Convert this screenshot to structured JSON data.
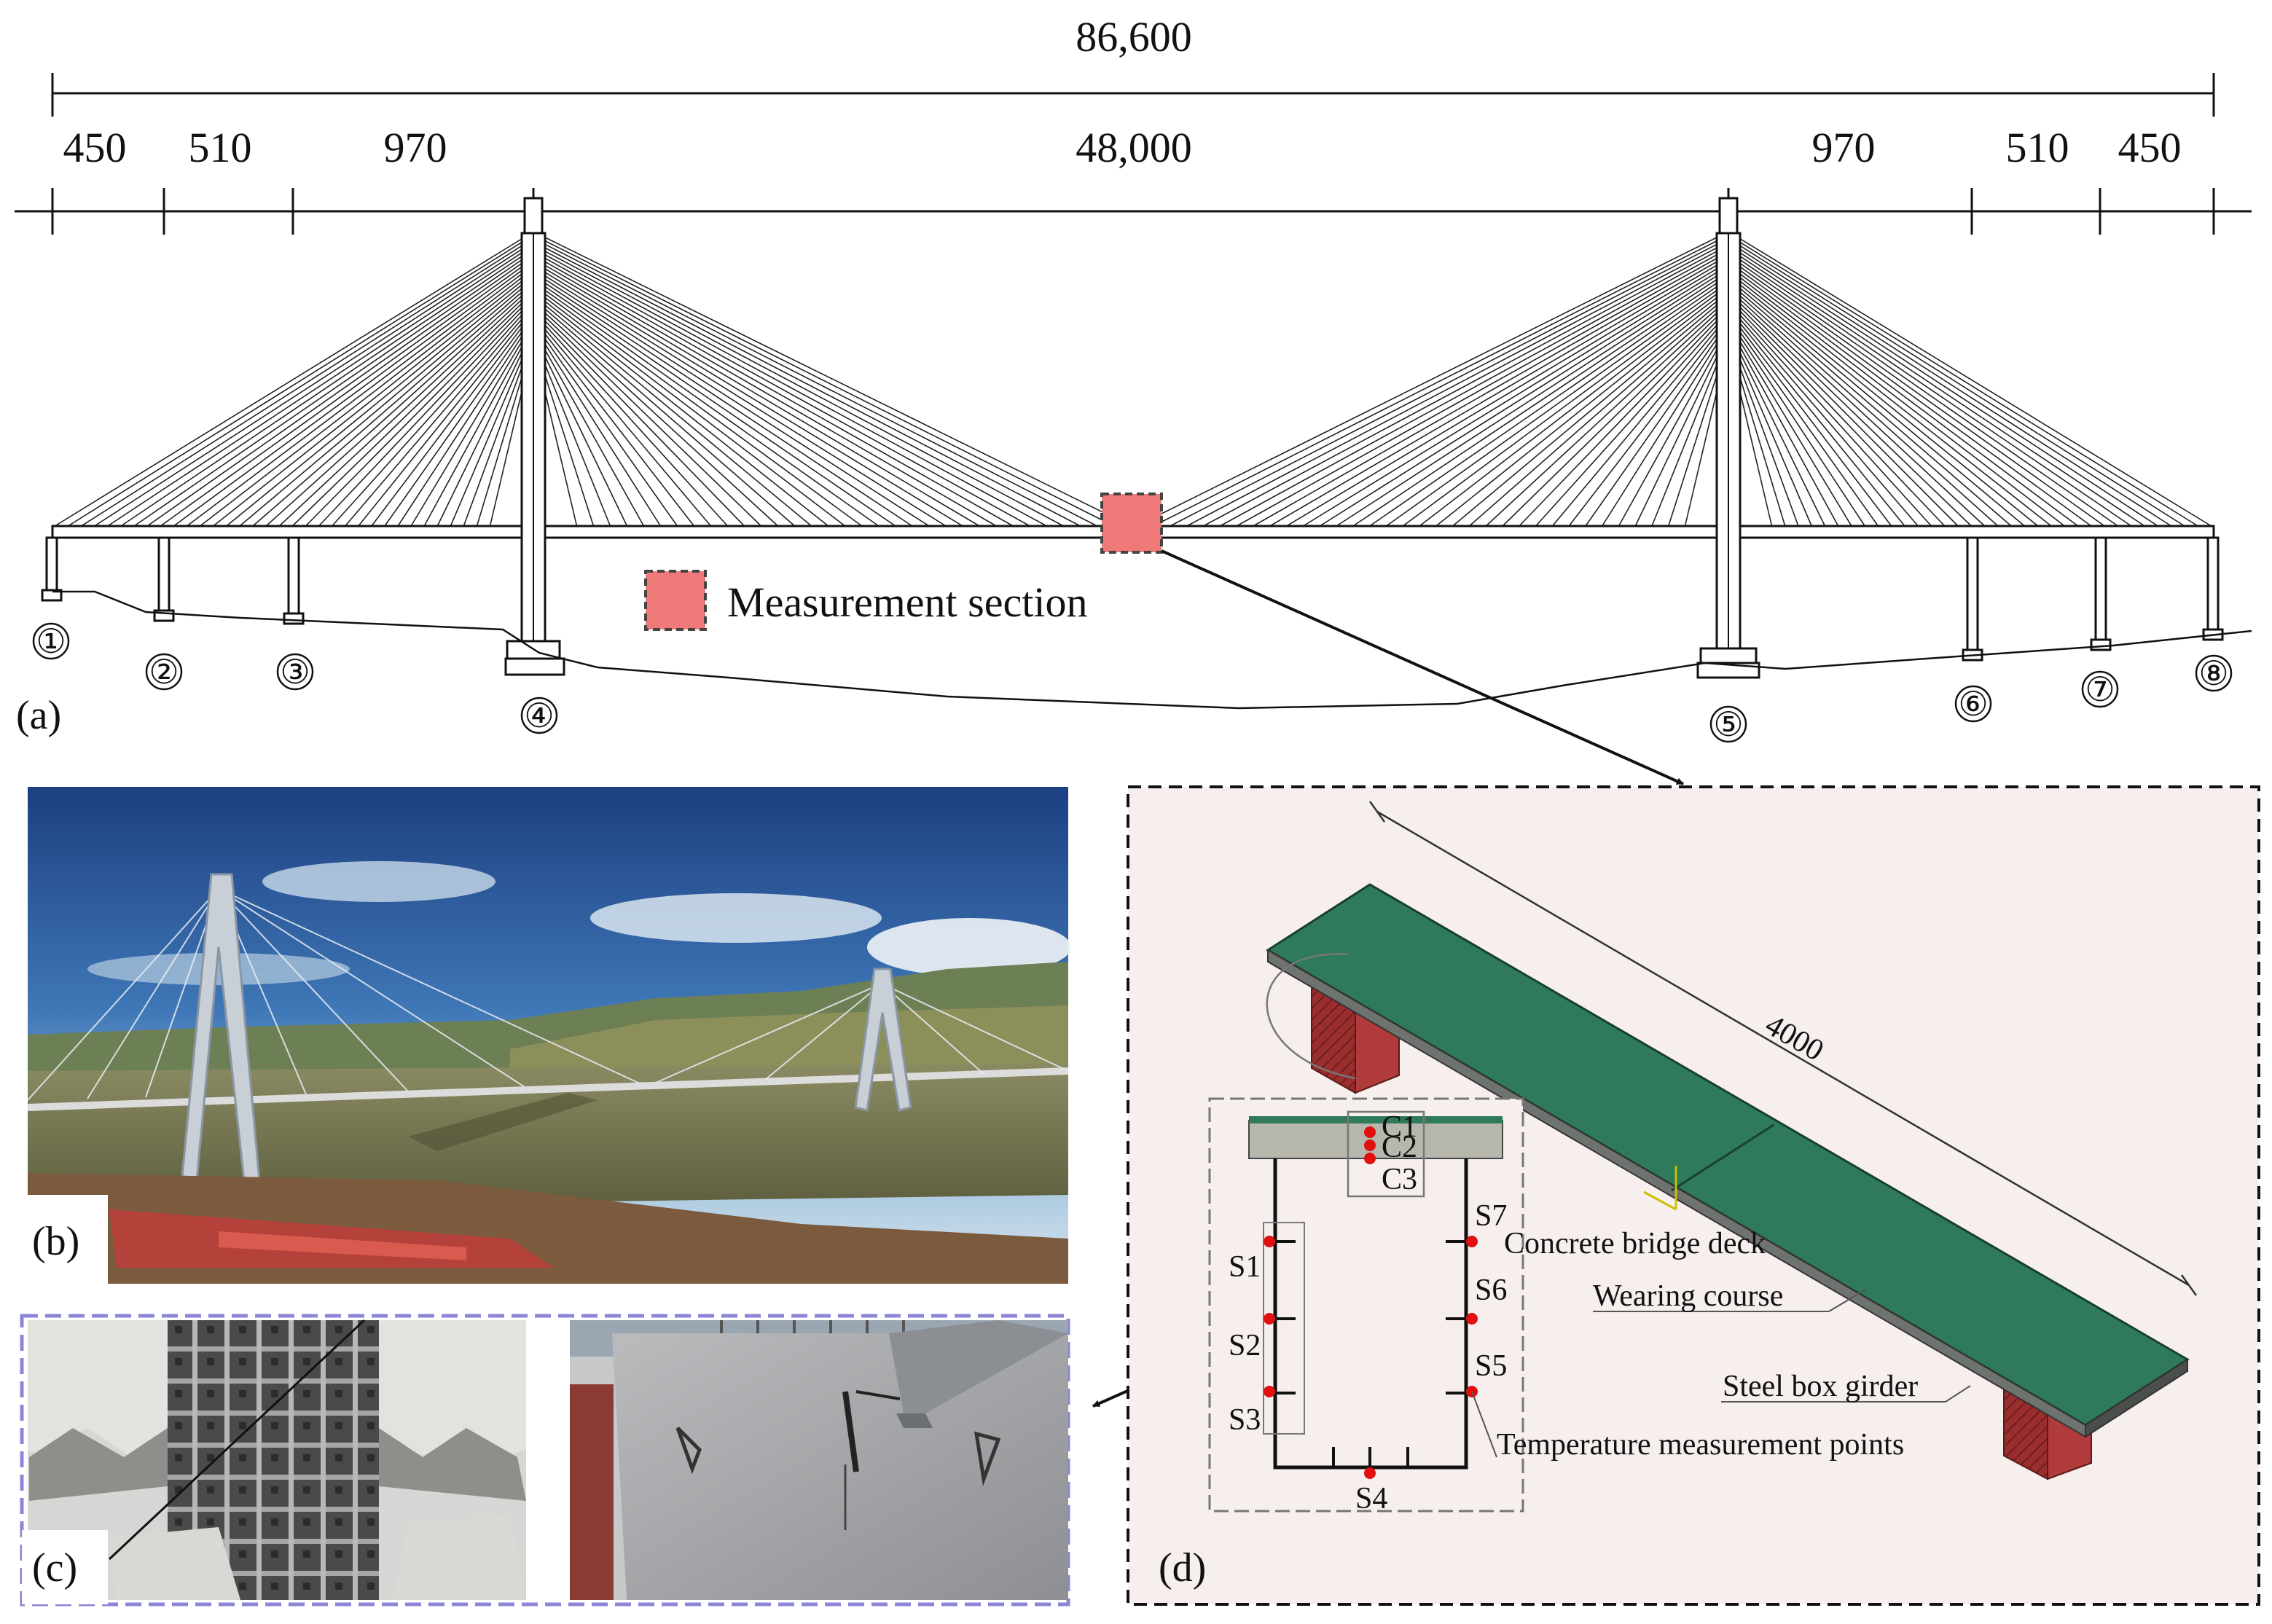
{
  "panel_a": {
    "label": "(a)",
    "overall_dimension": "86,600",
    "span_dimensions": [
      "450",
      "510",
      "970",
      "48,000",
      "970",
      "510",
      "450"
    ],
    "pier_numbers": [
      "①",
      "②",
      "③",
      "④",
      "⑤",
      "⑥",
      "⑦",
      "⑧"
    ],
    "legend_label": "Measurement section",
    "section_color": "#f07a7a"
  },
  "panel_b": {
    "label": "(b)"
  },
  "panel_c": {
    "label": "(c)"
  },
  "panel_d": {
    "label": "(d)",
    "length_dimension": "4000",
    "callouts": {
      "deck": "Concrete bridge deck",
      "wearing": "Wearing course",
      "girder": "Steel box girder",
      "temp": "Temperature measurement points"
    },
    "sensor_labels": {
      "c1": "C1",
      "c2": "C2",
      "c3": "C3",
      "s1": "S1",
      "s2": "S2",
      "s3": "S3",
      "s4": "S4",
      "s5": "S5",
      "s6": "S6",
      "s7": "S7"
    },
    "deck_color": "#2f7a5a",
    "girder_color": "#9a2e2e",
    "point_color": "#e01010"
  }
}
